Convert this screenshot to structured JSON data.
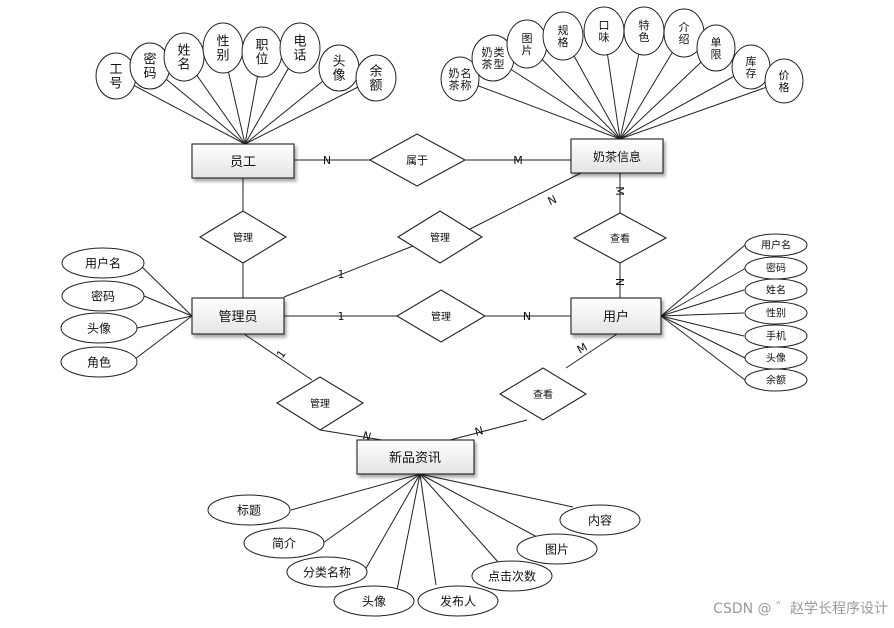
{
  "entities": {
    "staff": "员工",
    "milktea": "奶茶信息",
    "admin": "管理员",
    "user": "用户",
    "news": "新品资讯"
  },
  "relationships": {
    "belongs": "属于",
    "staff_manage": "管理",
    "tea_manage": "管理",
    "user_manage": "管理",
    "news_manage": "管理",
    "tea_view": "查看",
    "news_view": "查看"
  },
  "cardinality": {
    "staff_belongs": "N",
    "tea_belongs": "M",
    "admin_tea": "1",
    "tea_admin": "N",
    "tea_view": "M",
    "user_tea": "N",
    "admin_user": "1",
    "user_admin": "N",
    "admin_news": "1",
    "news_admin": "N",
    "news_user": "N",
    "user_news": "M"
  },
  "attributes": {
    "staff": [
      "工号",
      "密码",
      "姓名",
      "性别",
      "职位",
      "电话",
      "头像",
      "余额"
    ],
    "milktea": [
      "奶茶名称",
      "奶茶类型",
      "图片",
      "规格",
      "口味",
      "特色",
      "介绍",
      "单限",
      "库存",
      "价格"
    ],
    "admin": [
      "用户名",
      "密码",
      "头像",
      "角色"
    ],
    "user": [
      "用户名",
      "密码",
      "姓名",
      "性别",
      "手机",
      "头像",
      "余额"
    ],
    "news": [
      "标题",
      "简介",
      "分类名称",
      "头像",
      "发布人",
      "点击次数",
      "图片",
      "内容"
    ]
  },
  "watermark": "CSDN @ ゛赵学长程序设计"
}
